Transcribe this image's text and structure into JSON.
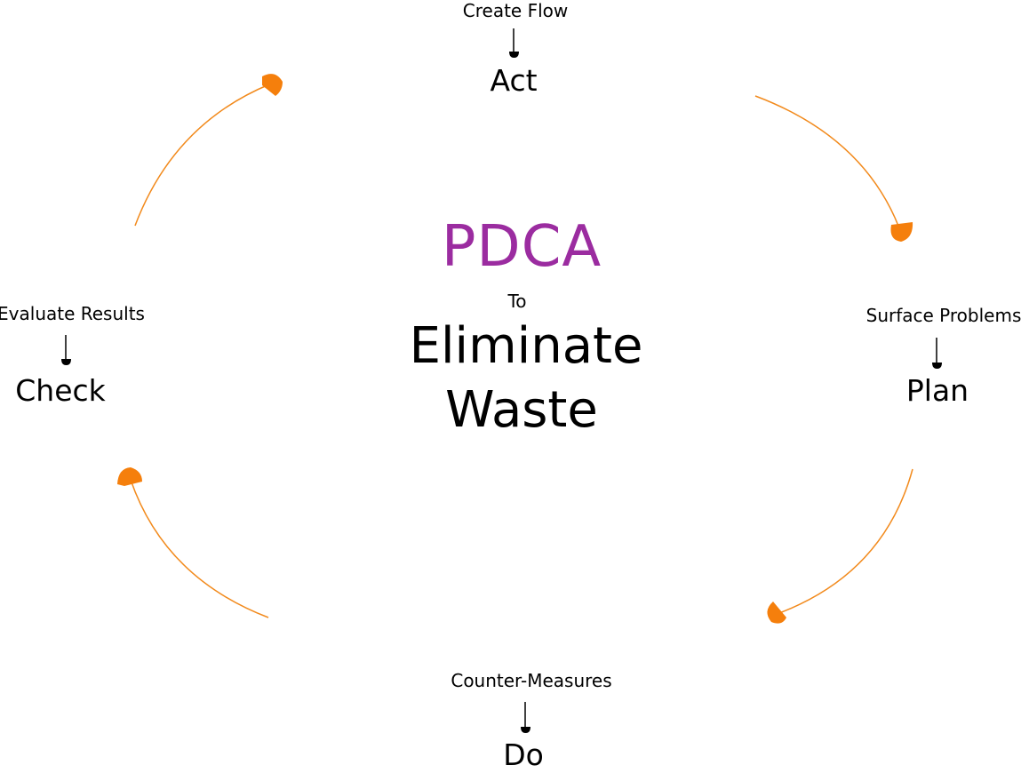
{
  "center": {
    "title": "PDCA",
    "connector": "To",
    "line1": "Eliminate",
    "line2": "Waste"
  },
  "stages": [
    {
      "name": "Act",
      "description": "Create Flow"
    },
    {
      "name": "Plan",
      "description": "Surface Problems"
    },
    {
      "name": "Do",
      "description": "Counter-Measures"
    },
    {
      "name": "Check",
      "description": "Evaluate Results"
    }
  ],
  "colors": {
    "title": "#9b2ca0",
    "arc": "#f28a1c",
    "arrowhead": "#f57f0c",
    "text": "#000000"
  },
  "icons": {
    "stage_pointer": "down-pin-arrow-icon",
    "cycle_arrowhead": "orange-arrowhead-icon"
  }
}
